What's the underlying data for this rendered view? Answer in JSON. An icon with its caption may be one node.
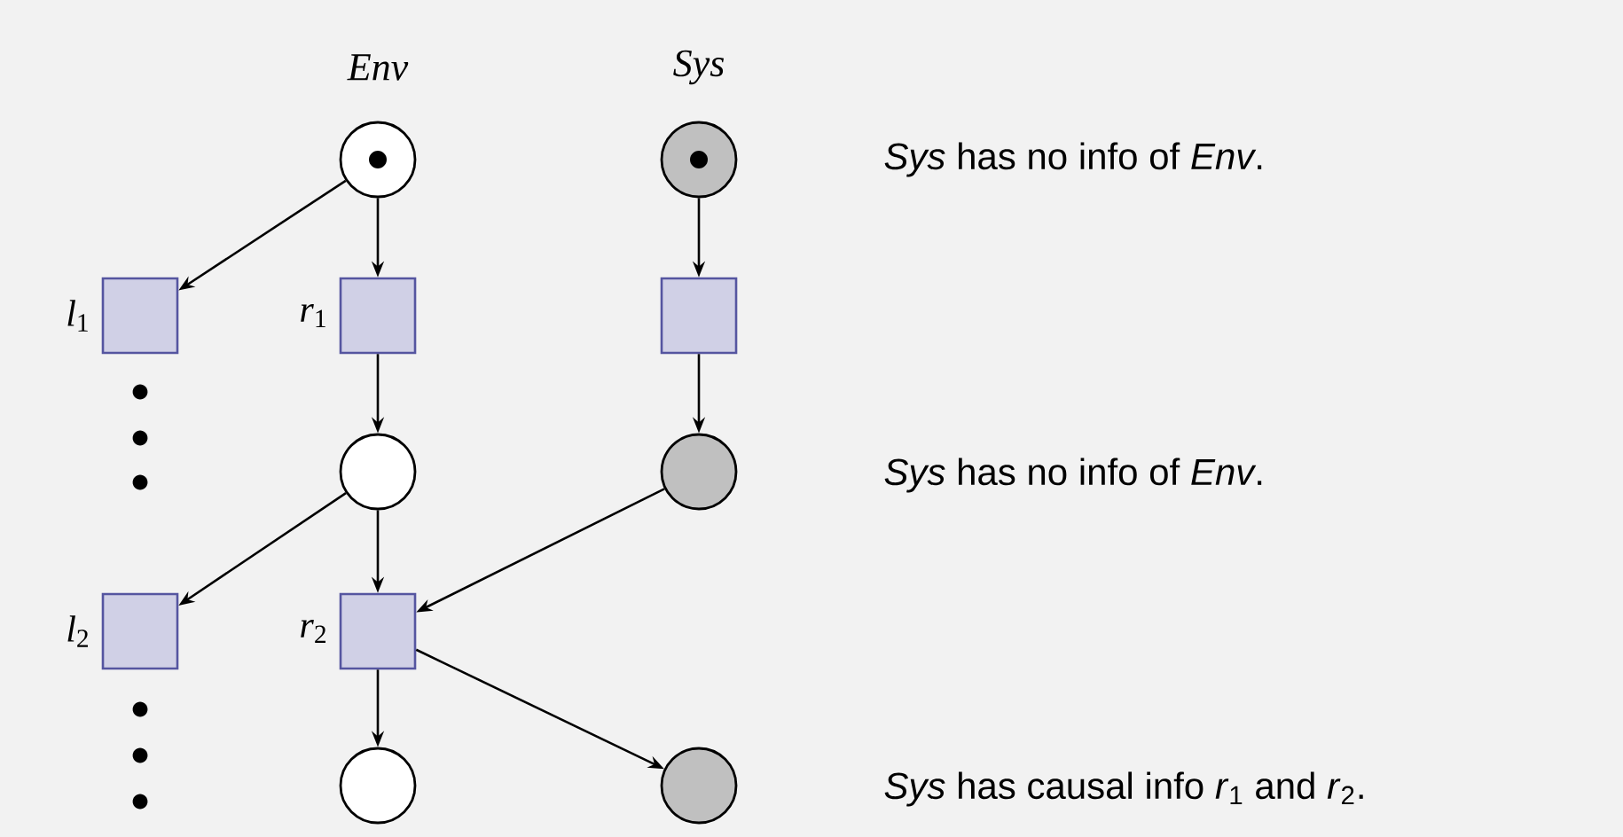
{
  "diagram": {
    "nodes": [
      {
        "text": [],
        "shape": "circle"
      },
      {
        "text": [],
        "shape": "circle"
      },
      {
        "text": [],
        "shape": "box",
        "beside": [
          "*l*$_{1}$"
        ]
      },
      {
        "text": [],
        "shape": "box",
        "beside": [
          "*r*$_{1}$"
        ]
      },
      {
        "text": [],
        "shape": "box"
      },
      {
        "text": [],
        "shape": "circle"
      },
      {
        "text": [],
        "shape": "circle"
      },
      {
        "text": [],
        "shape": "box",
        "beside": [
          "*l*$_{2}$"
        ]
      },
      {
        "text": [],
        "shape": "box",
        "beside": [
          "*r*$_{2}$"
        ]
      },
      {
        "text": [],
        "shape": "circle"
      },
      {
        "text": [],
        "shape": "circle"
      }
    ],
    "edges": [
      {
        "from": 0,
        "to": 2,
        "arrow": "to"
      },
      {
        "from": 0,
        "to": 3,
        "arrow": "to"
      },
      {
        "from": 1,
        "to": 4,
        "arrow": "to"
      },
      {
        "from": 3,
        "to": 5,
        "arrow": "to"
      },
      {
        "from": 4,
        "to": 6,
        "arrow": "to"
      },
      {
        "from": 5,
        "to": 7,
        "arrow": "to"
      },
      {
        "from": 5,
        "to": 8,
        "arrow": "to"
      },
      {
        "from": 6,
        "to": 8,
        "arrow": "to"
      },
      {
        "from": 8,
        "to": 9,
        "arrow": "to"
      },
      {
        "from": 8,
        "to": 10,
        "arrow": "to"
      }
    ],
    "labels": [
      "Env",
      "Sys",
      "*Sys* has no info of *Env*.",
      "*Sys* has no info of *Env*.",
      "*Sys* has causal info *r*$_{1}$ and *r*$_{2}$."
    ]
  }
}
